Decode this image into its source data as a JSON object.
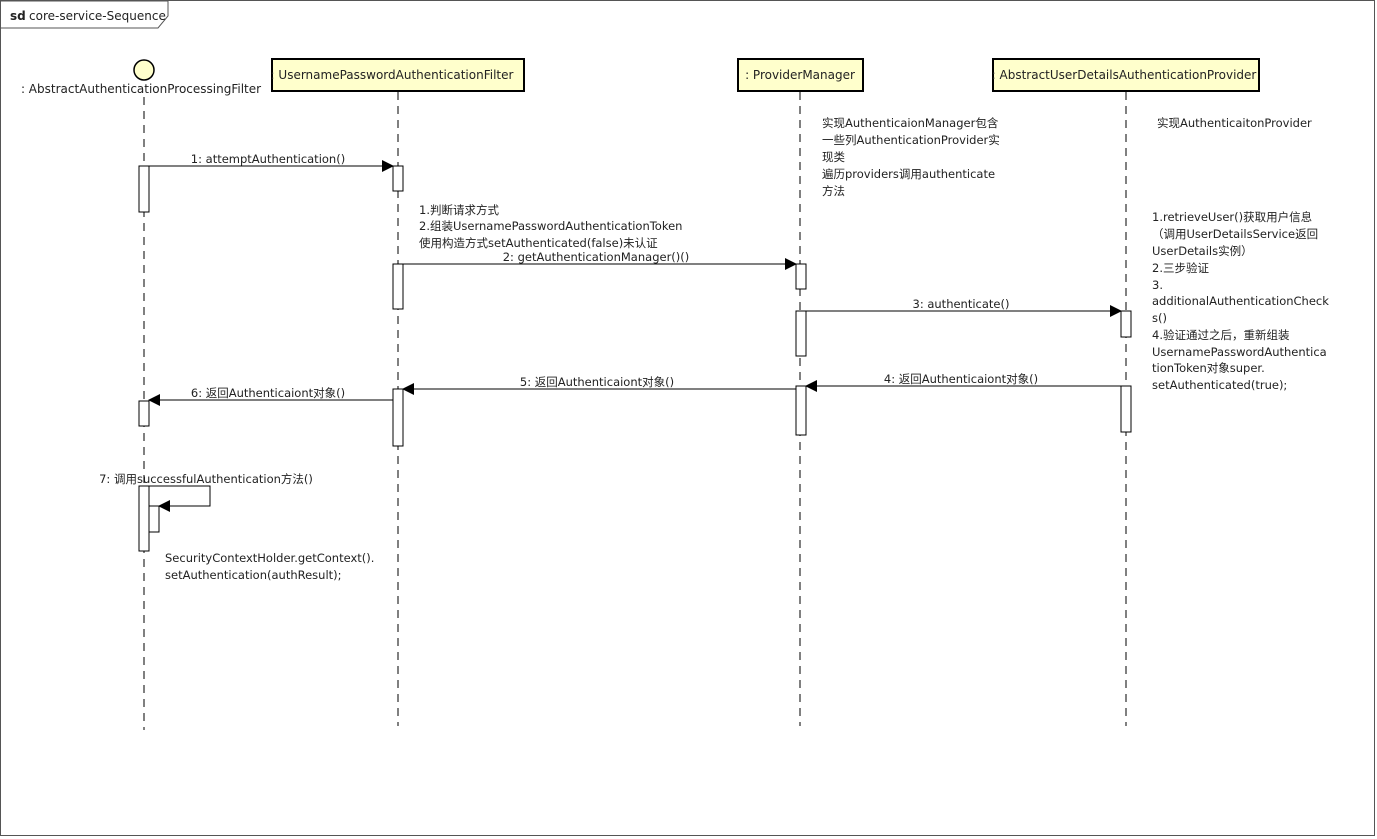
{
  "frame": {
    "keyword": "sd",
    "title": "core-service-Sequence"
  },
  "lifelines": [
    {
      "id": "l1",
      "name": ": AbstractAuthenticationProcessingFilter",
      "kind": "actor"
    },
    {
      "id": "l2",
      "name": ": UsernamePasswordAuthenticationFilter",
      "kind": "box"
    },
    {
      "id": "l3",
      "name": ": ProviderManager",
      "kind": "box"
    },
    {
      "id": "l4",
      "name": ": AbstractUserDetailsAuthenticationProvider",
      "kind": "box"
    }
  ],
  "messages": [
    {
      "label": "1: attemptAuthentication()"
    },
    {
      "label": "2: getAuthenticationManager()()"
    },
    {
      "label": "3: authenticate()"
    },
    {
      "label": "4: 返回Authenticaiont对象()"
    },
    {
      "label": "5: 返回Authenticaiont对象()"
    },
    {
      "label": "6: 返回Authenticaiont对象()"
    },
    {
      "label": "7: 调用successfulAuthentication方法()"
    }
  ],
  "notes": {
    "provider_manager": [
      "实现AuthenticaionManager包含",
      "一些列AuthenticationProvider实",
      "现类",
      "遍历providers调用authenticate",
      "方法"
    ],
    "provider_header": [
      "实现AuthenticaitonProvider"
    ],
    "filter_steps": [
      "1.判断请求方式",
      "2.组装UsernamePasswordAuthenticationToken",
      "使用构造方式setAuthenticated(false)未认证"
    ],
    "provider_steps": [
      "1.retrieveUser()获取用户信息",
      "（调用UserDetailsService返回",
      "UserDetails实例）",
      "2.三步验证",
      "3.",
      "additionalAuthenticationCheck",
      "s()",
      "4.验证通过之后，重新组装",
      "UsernamePasswordAuthentica",
      "tionToken对象super.",
      "setAuthenticated(true);"
    ],
    "security_context": [
      "SecurityContextHolder.getContext().",
      "setAuthentication(authResult);"
    ]
  },
  "colors": {
    "participant_fill": "#ffffcc",
    "actor_fill": "#ffffcc",
    "line": "#000000",
    "frame_border": "#555555"
  }
}
